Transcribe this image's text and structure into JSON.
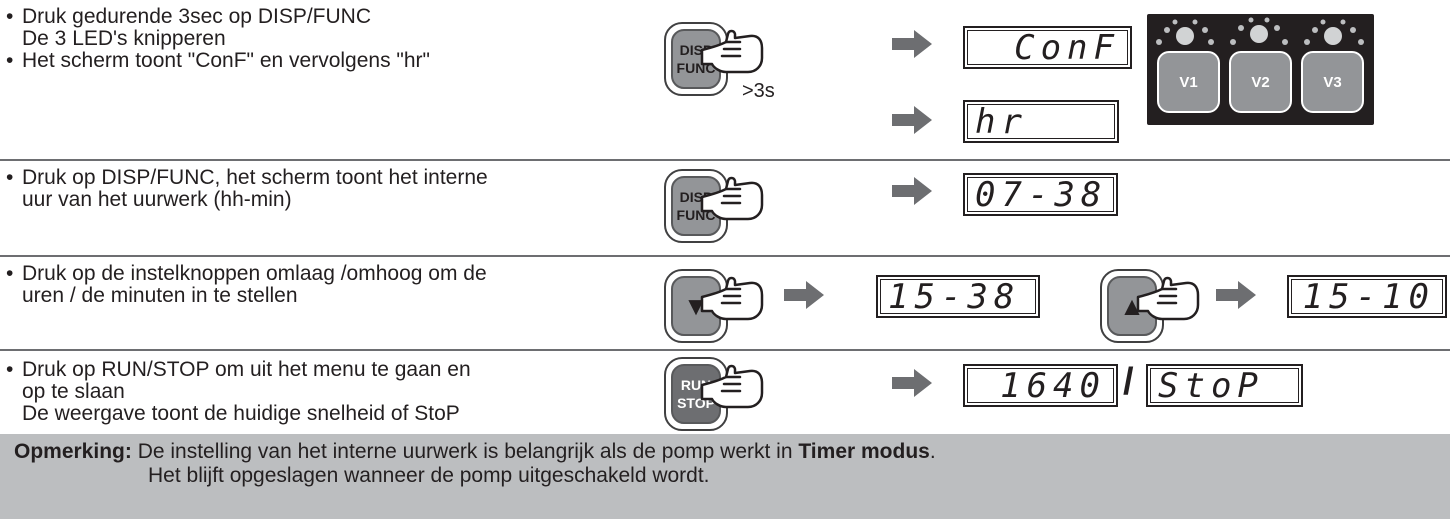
{
  "steps": [
    {
      "lines": [
        "Druk gedurende 3sec op DISP/FUNC",
        "De 3 LED's knipperen",
        "Het scherm toont \"ConF\" en vervolgens \"hr\""
      ],
      "button": {
        "top": "DISP",
        "bottom": "FUNC"
      },
      "hold_label": ">3s",
      "displays": [
        "ConF",
        "hr"
      ]
    },
    {
      "lines": [
        "Druk op DISP/FUNC, het scherm toont het interne",
        "uur van het uurwerk (hh-min)"
      ],
      "button": {
        "top": "DISP",
        "bottom": "FUNC"
      },
      "displays": [
        "07-38"
      ]
    },
    {
      "lines": [
        "Druk op de instelknoppen omlaag /omhoog om de",
        "uren / de minuten in te stellen"
      ],
      "down_glyph": "▼",
      "up_glyph": "▲",
      "displays": [
        "15-38",
        "15-10"
      ]
    },
    {
      "lines": [
        "Druk op RUN/STOP om uit het menu te gaan en",
        "op te slaan",
        "De weergave toont de huidige snelheid of StoP"
      ],
      "button": {
        "top": "RUN",
        "bottom": "STOP"
      },
      "displays": [
        "1640",
        "StoP"
      ],
      "separator": "/"
    }
  ],
  "led_panel": {
    "keys": [
      "V1",
      "V2",
      "V3"
    ]
  },
  "note": {
    "label": "Opmerking:",
    "text_before": " De instelling van het interne uurwerk is belangrijk als de pomp werkt in ",
    "bold": "Timer modus",
    "text_after": ".",
    "line2": "Het blijft opgeslagen wanneer de pomp uitgeschakeld wordt."
  },
  "bullet": "•",
  "colors": {
    "note_bg": "#bcbec0",
    "button_gray": "#939598",
    "ink": "#231f20"
  }
}
